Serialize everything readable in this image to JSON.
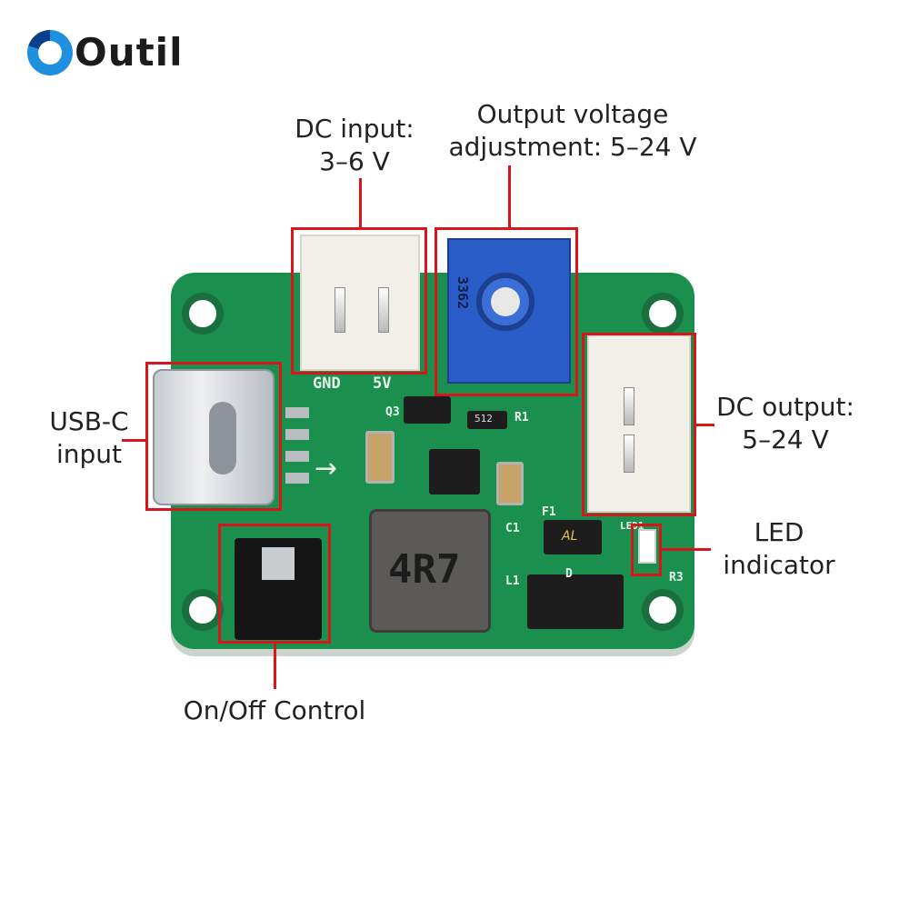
{
  "brand": {
    "logo_text": "Outil"
  },
  "colors": {
    "callout_red": "#d9141b",
    "pcb_green": "#1b8f4e",
    "potentiometer_blue": "#2a5cc7"
  },
  "callouts": {
    "dc_input": {
      "line1": "DC input:",
      "line2": "3–6 V"
    },
    "output_voltage": {
      "line1": "Output voltage",
      "line2": "adjustment: 5–24 V"
    },
    "usbc_input": {
      "line1": "USB-C",
      "line2": "input"
    },
    "dc_output": {
      "line1": "DC output:",
      "line2": "5–24 V"
    },
    "led_indicator": {
      "line1": "LED",
      "line2": "indicator"
    },
    "on_off": {
      "line1": "On/Off Control"
    }
  },
  "board_markings": {
    "gnd": "GND",
    "v5": "5V",
    "pot_code": "3362",
    "inductor_code": "4R7",
    "r512": "512",
    "al": "AL",
    "r1": "R1",
    "c1": "C1",
    "l1": "L1",
    "f1": "F1",
    "q3": "Q3",
    "d": "D",
    "led1": "LED1",
    "r3": "R3"
  }
}
